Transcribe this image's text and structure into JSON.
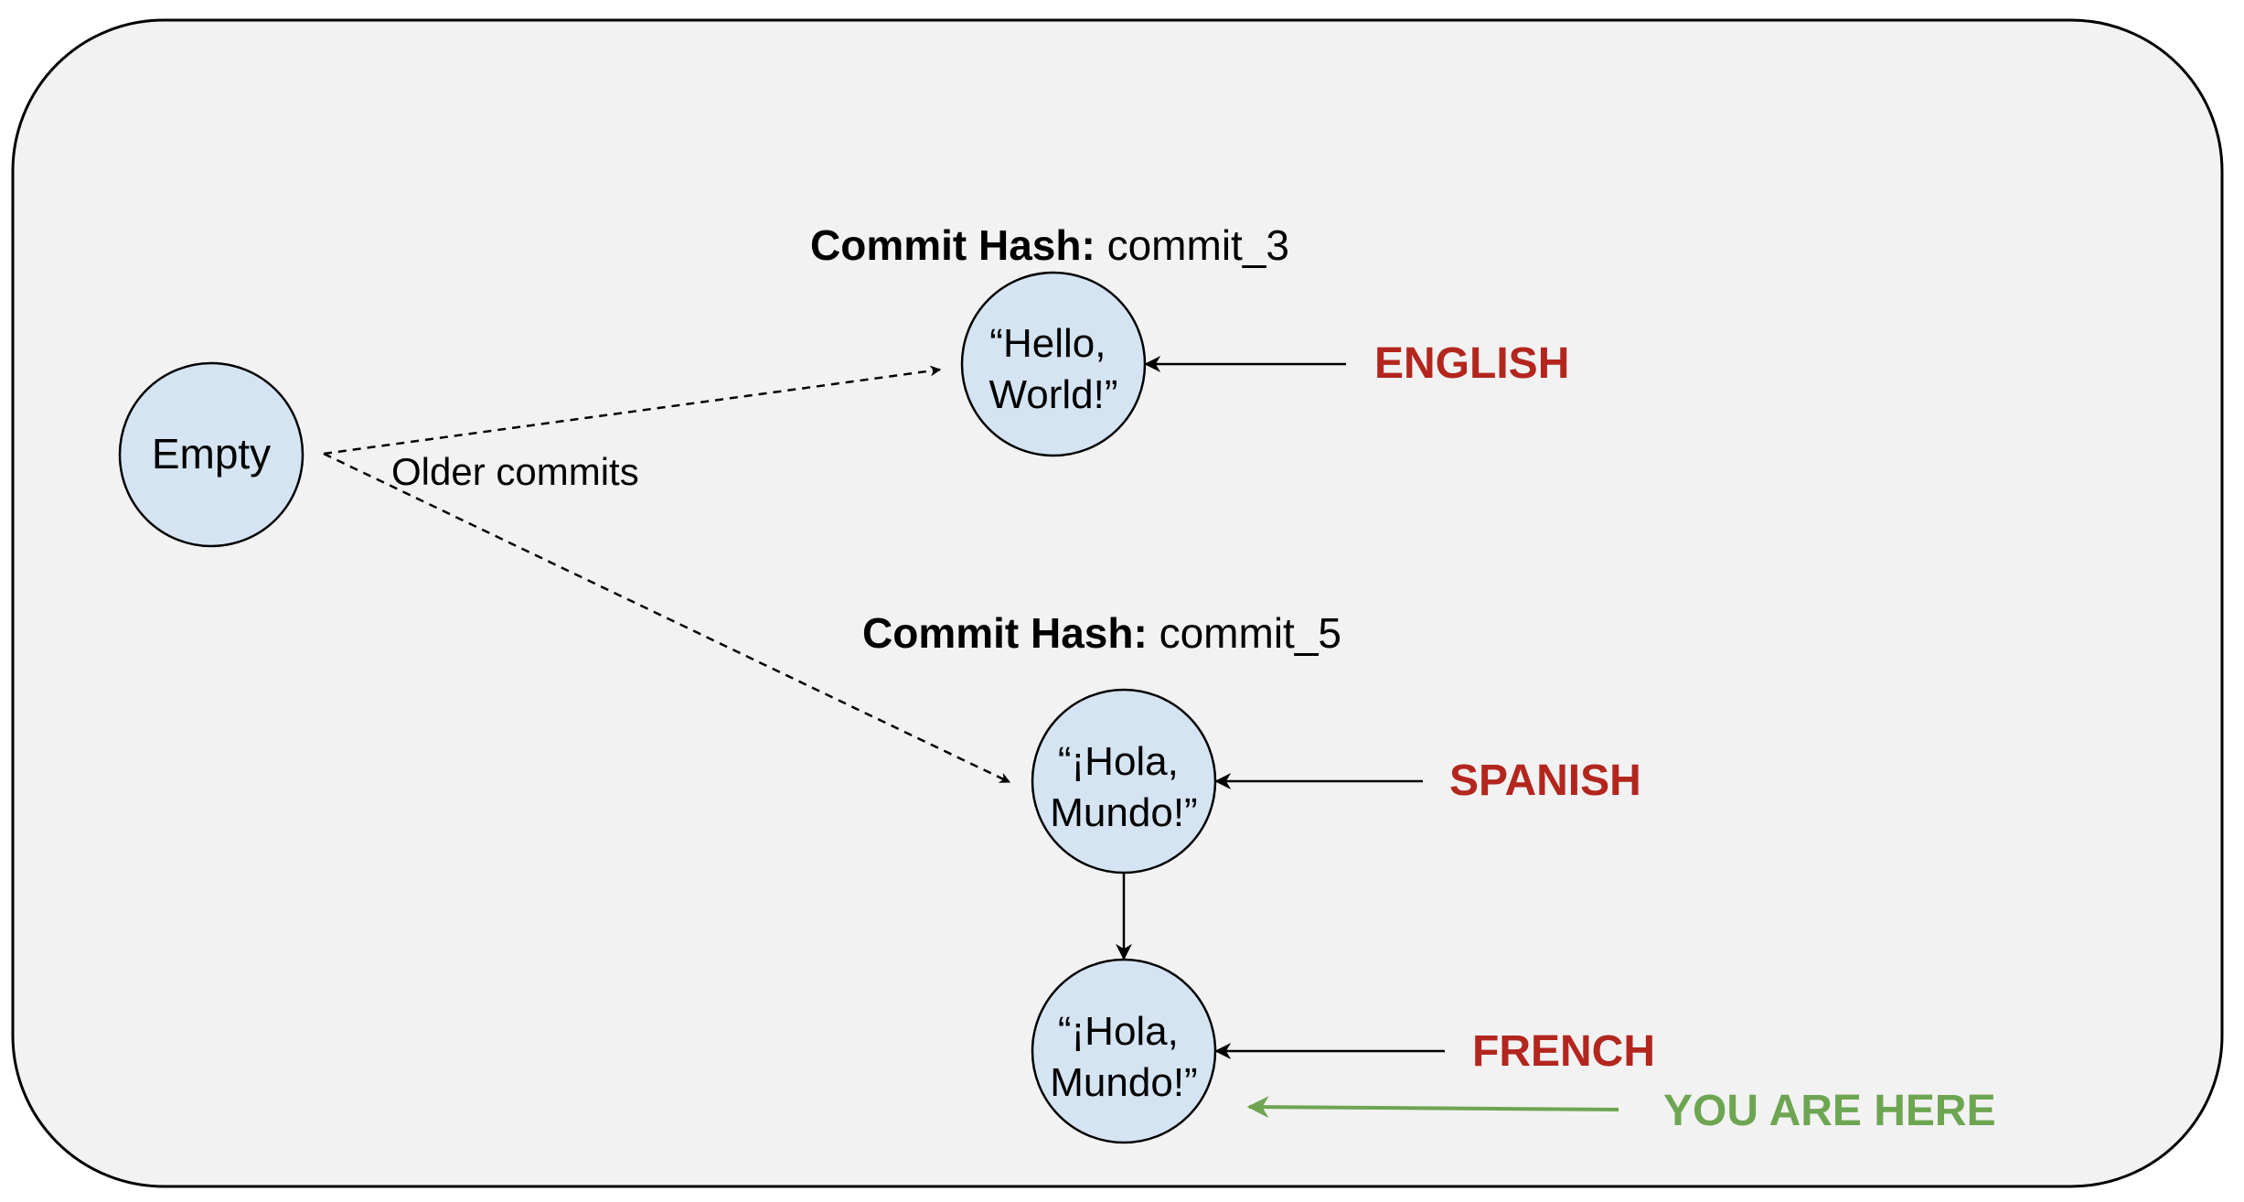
{
  "colors": {
    "panel_fill": "#f2f2f2",
    "node_fill": "#d5e4f2",
    "stroke": "#000000",
    "branch_label": "#b3261e",
    "you_are_here": "#6ea552"
  },
  "nodes": {
    "empty": {
      "label": "Empty"
    },
    "commit_3": {
      "line1": "“Hello,",
      "line2": "World!”"
    },
    "commit_5": {
      "line1": "“¡Hola,",
      "line2": "Mundo!”"
    },
    "french_commit": {
      "line1": "“¡Hola,",
      "line2": "Mundo!”"
    }
  },
  "commit_hashes": {
    "top": {
      "key": "Commit Hash:",
      "value": " commit_3"
    },
    "middle": {
      "key": "Commit Hash:",
      "value": " commit_5"
    }
  },
  "edge_labels": {
    "older_commits": "Older commits"
  },
  "branches": {
    "english": "ENGLISH",
    "spanish": "SPANISH",
    "french": "FRENCH"
  },
  "head_marker": "YOU ARE HERE"
}
